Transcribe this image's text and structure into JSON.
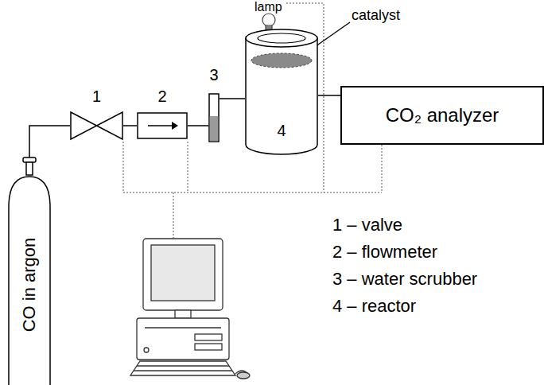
{
  "diagram": {
    "nodes": [
      {
        "text": [
          "CO in argon"
        ]
      },
      {
        "text": [
          "1"
        ]
      },
      {
        "text": [
          "2"
        ]
      },
      {
        "text": [
          "3"
        ]
      },
      {
        "text": [
          "4"
        ]
      },
      {
        "text": [
          "CO₂ analyzer"
        ]
      }
    ],
    "edges": [
      {
        "from": 0,
        "to": 1,
        "arrow": "none"
      },
      {
        "from": 1,
        "to": 2,
        "arrow": "none"
      },
      {
        "from": 2,
        "to": 3,
        "arrow": "none"
      },
      {
        "from": 3,
        "to": 4,
        "arrow": "none"
      },
      {
        "from": 4,
        "to": 5,
        "arrow": "none"
      }
    ],
    "labels": [
      "lamp",
      "catalyst",
      "1 – valve",
      "2 – flowmeter",
      "3 – water scrubber",
      "4 – reactor"
    ]
  }
}
